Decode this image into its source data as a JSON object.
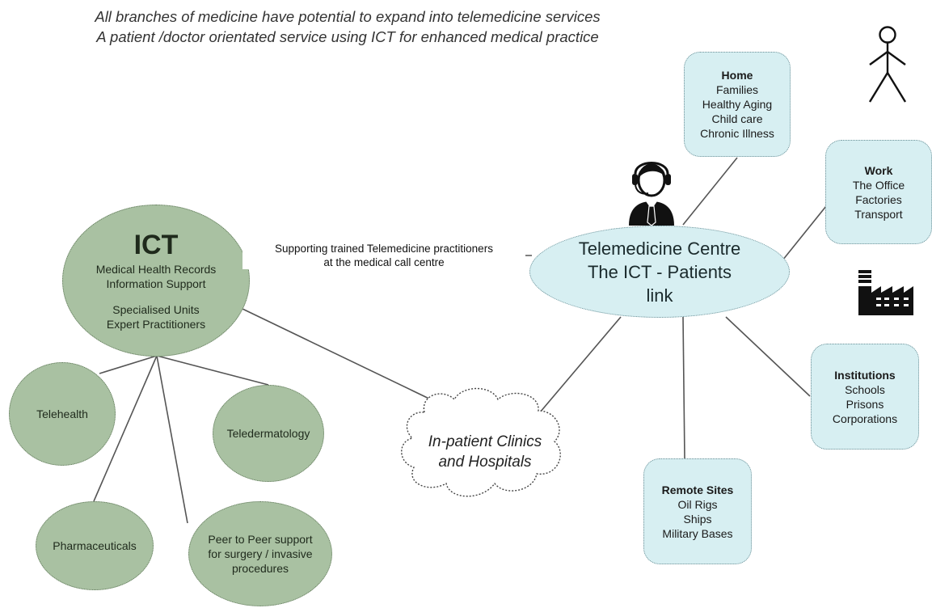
{
  "header": {
    "line1": "All branches of medicine have potential to expand into telemedicine services",
    "line2": "A patient /doctor orientated service using ICT for enhanced medical practice"
  },
  "ict": {
    "title": "ICT",
    "line1": "Medical Health Records",
    "line2": "Information Support",
    "line3": "Specialised Units",
    "line4": "Expert Practitioners"
  },
  "link_label": {
    "line1": "Supporting trained Telemedicine practitioners",
    "line2": "at the medical call centre"
  },
  "branches": [
    "Telehealth",
    "Teledermatology",
    "Pharmaceuticals",
    "Peer to Peer support for surgery / invasive procedures"
  ],
  "cloud": {
    "line1": "In-patient Clinics",
    "line2": "and Hospitals"
  },
  "centre": {
    "line1": "Telemedicine Centre",
    "line2": "The ICT - Patients",
    "line3": "link"
  },
  "home": {
    "title": "Home",
    "items": [
      "Families",
      "Healthy Aging",
      "Child care",
      "Chronic Illness"
    ]
  },
  "work": {
    "title": "Work",
    "items": [
      "The Office",
      "Factories",
      "Transport"
    ]
  },
  "institutions": {
    "title": "Institutions",
    "items": [
      "Schools",
      "Prisons",
      "Corporations"
    ]
  },
  "remote": {
    "title": "Remote Sites",
    "items": [
      "Oil Rigs",
      "Ships",
      "Military Bases"
    ]
  },
  "icons": [
    "operator-icon",
    "stick-figure-icon",
    "factory-icon",
    "cloud-shape"
  ],
  "colors": {
    "green_fill": "#a9c1a2",
    "blue_fill": "#d7eff2",
    "line": "#555555"
  }
}
